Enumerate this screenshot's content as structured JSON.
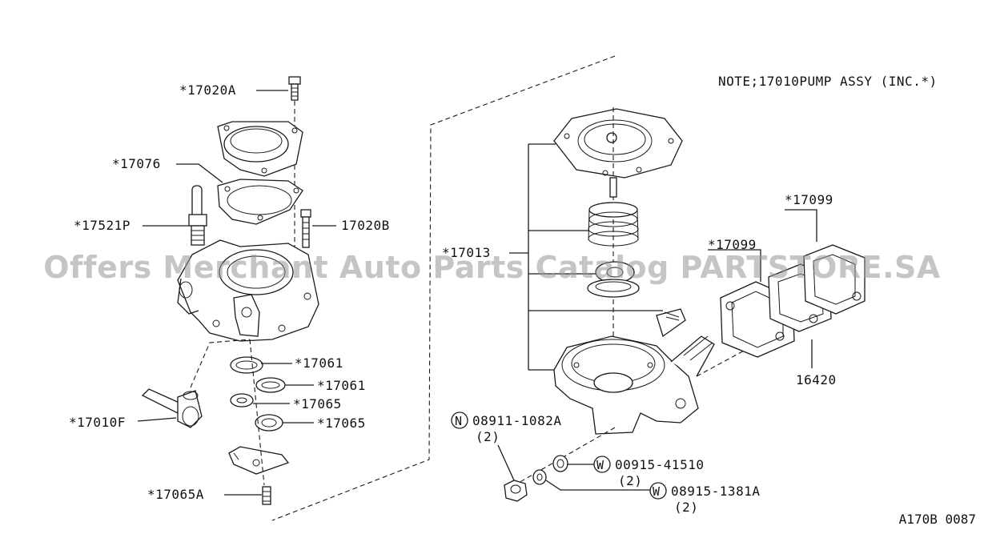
{
  "note": "NOTE;17010PUMP ASSY (INC.*)",
  "diagram_code": "A170B 0087",
  "watermark": "Offers Merchant Auto Parts Catalog PARTSTORE.SA",
  "labels": {
    "p17020a": "*17020A",
    "p17076": "*17076",
    "p17521p": "*17521P",
    "p17020b": "17020B",
    "p17061a": "*17061",
    "p17061b": "*17061",
    "p17065a": "*17065",
    "p17065b": "*17065",
    "p17010f": "*17010F",
    "p17065aa": "*17065A",
    "p17013": "*17013",
    "p17099a": "*17099",
    "p17099b": "*17099",
    "p16420": "16420",
    "nut_prefix": "N",
    "nut_part": "08911-1082A",
    "nut_qty": "(2)",
    "washer1_prefix": "W",
    "washer1_part": "00915-41510",
    "washer1_qty": "(2)",
    "washer2_prefix": "W",
    "washer2_part": "08915-1381A",
    "washer2_qty": "(2)"
  }
}
